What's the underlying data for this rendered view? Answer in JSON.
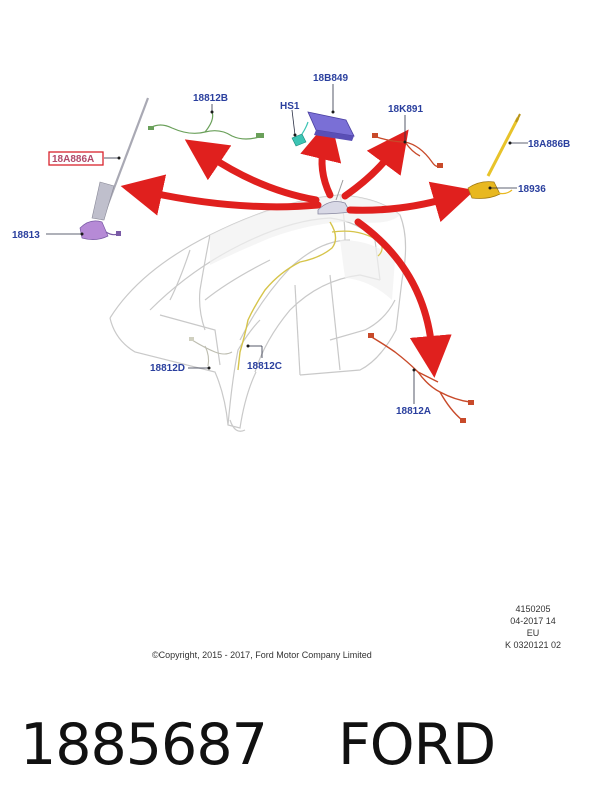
{
  "callouts": {
    "c18812B": "18812B",
    "c18B849": "18B849",
    "cHS1": "HS1",
    "c18K891": "18K891",
    "c18A886B": "18A886B",
    "c18A886A": "18A886A",
    "c18936": "18936",
    "c18813": "18813",
    "c18812D": "18812D",
    "c18812C": "18812C",
    "c18812A": "18812A"
  },
  "meta": {
    "line1": "4150205",
    "line2": "04-2017 14",
    "line3": "EU",
    "line4": "K 0320121 02"
  },
  "copyright": "©Copyright, 2015 - 2017, Ford Motor Company Limited",
  "part_number": "1885687",
  "brand": "FORD",
  "colors": {
    "callout_text": "#2a3f9e",
    "highlight_box": "#d9232d",
    "arrow_red": "#e0201e",
    "harness_orange": "#c84a2a",
    "harness_yellow": "#d6c44a",
    "harness_green": "#6aa05a",
    "module_purple": "#7a6fd6",
    "antenna_yellow": "#e8c32a"
  }
}
